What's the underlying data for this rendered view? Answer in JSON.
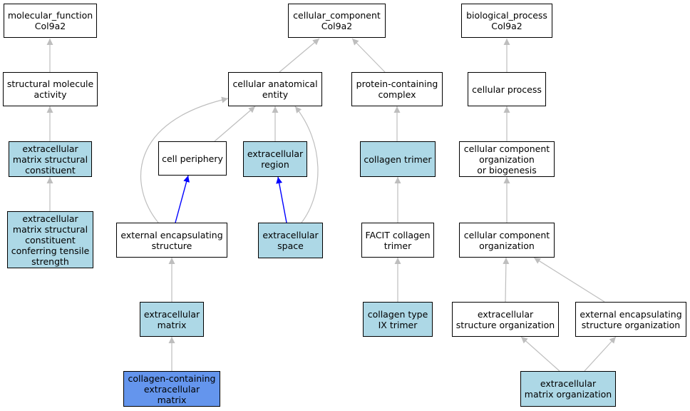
{
  "colors": {
    "default_fill": "#ffffff",
    "annotated_fill": "#add8e6",
    "target_fill": "#6495ed",
    "edge_default": "#bebebe",
    "edge_highlight": "#0000ff"
  },
  "nodes": {
    "mf_root": {
      "label": "molecular_function\nCol9a2",
      "style": "default"
    },
    "cc_root": {
      "label": "cellular_component\nCol9a2",
      "style": "default"
    },
    "bp_root": {
      "label": "biological_process\nCol9a2",
      "style": "default"
    },
    "struct_mol_activity": {
      "label": "structural molecule\nactivity",
      "style": "default"
    },
    "ecm_struct_constituent": {
      "label": "extracellular\nmatrix structural\nconstituent",
      "style": "annotated"
    },
    "ecm_struct_tensile": {
      "label": "extracellular\nmatrix structural\nconstituent\nconferring tensile\nstrength",
      "style": "annotated"
    },
    "cell_anat_entity": {
      "label": "cellular anatomical\nentity",
      "style": "default"
    },
    "protein_complex": {
      "label": "protein-containing\ncomplex",
      "style": "default"
    },
    "cell_periphery": {
      "label": "cell periphery",
      "style": "default"
    },
    "extracellular_region": {
      "label": "extracellular\nregion",
      "style": "annotated"
    },
    "collagen_trimer": {
      "label": "collagen trimer",
      "style": "annotated"
    },
    "ext_encap_structure": {
      "label": "external encapsulating\nstructure",
      "style": "default"
    },
    "extracellular_space": {
      "label": "extracellular\nspace",
      "style": "annotated"
    },
    "facit_trimer": {
      "label": "FACIT collagen\ntrimer",
      "style": "default"
    },
    "extracellular_matrix": {
      "label": "extracellular\nmatrix",
      "style": "annotated"
    },
    "collagen_type_ix": {
      "label": "collagen type\nIX trimer",
      "style": "annotated"
    },
    "collagen_ecm": {
      "label": "collagen-containing\nextracellular\nmatrix",
      "style": "target"
    },
    "cellular_process": {
      "label": "cellular process",
      "style": "default"
    },
    "cc_org_biogenesis": {
      "label": "cellular component\norganization\nor biogenesis",
      "style": "default"
    },
    "cc_org": {
      "label": "cellular component\norganization",
      "style": "default"
    },
    "ext_struct_org": {
      "label": "extracellular\nstructure organization",
      "style": "default"
    },
    "ext_encap_struct_org": {
      "label": "external encapsulating\nstructure organization",
      "style": "default"
    },
    "ecm_org": {
      "label": "extracellular\nmatrix organization",
      "style": "annotated"
    }
  }
}
